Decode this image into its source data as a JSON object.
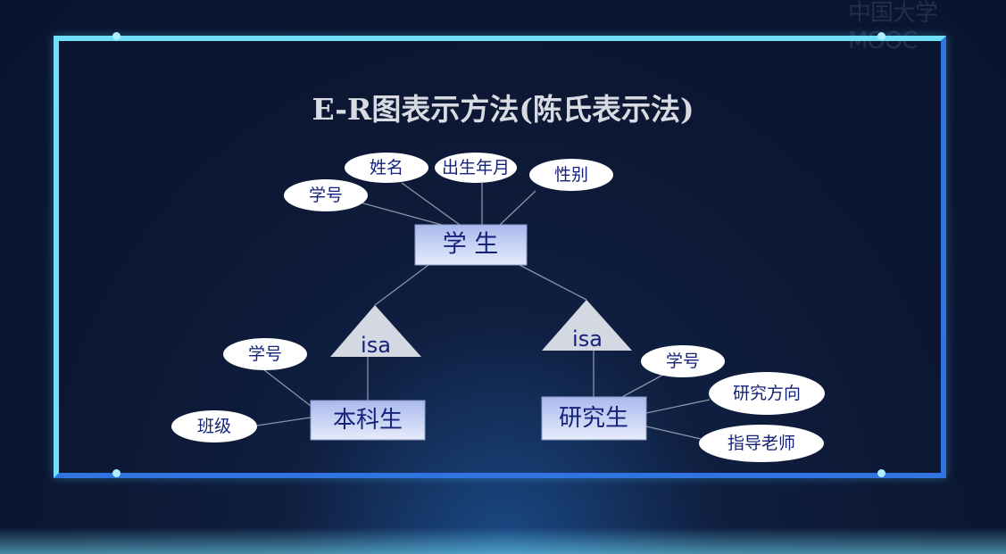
{
  "watermark": "中国大学MOOC",
  "title": "E-R图表示方法(陈氏表示法)",
  "diagram": {
    "entities": {
      "student": "学 生",
      "undergrad": "本科生",
      "graduate": "研究生"
    },
    "relationships": {
      "isa_left": "isa",
      "isa_right": "isa"
    },
    "attributes": {
      "student_id": "学号",
      "student_name": "姓名",
      "student_birth": "出生年月",
      "student_gender": "性别",
      "undergrad_id": "学号",
      "undergrad_class": "班级",
      "graduate_id": "学号",
      "graduate_direction": "研究方向",
      "graduate_advisor": "指导老师"
    }
  },
  "colors": {
    "text": "#14237a",
    "frame": "#4fc3f0",
    "entity_fill": "#c4d0f4",
    "isa_fill": "#d3d8e2"
  }
}
